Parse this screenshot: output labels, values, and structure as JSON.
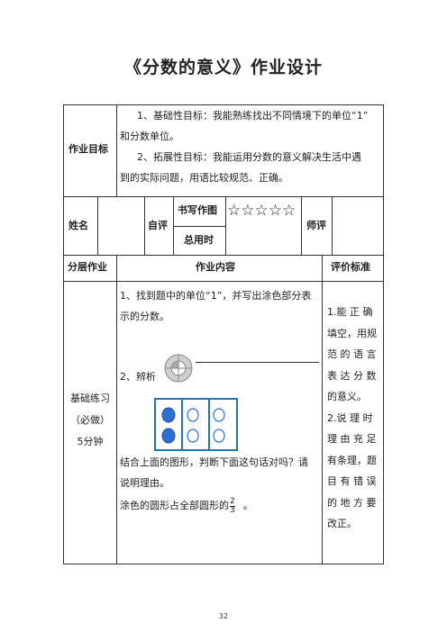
{
  "title": "《分数的意义》作业设计",
  "page_number": "32",
  "goal": {
    "label": "作业目标",
    "line1": "1、基础性目标：我能熟练找出不同情境下的单位“1”",
    "line2": "和分数单位。",
    "line3": "2、拓展性目标：我能运用分数的意义解决生活中遇",
    "line4": "到的实际问题，用语比较规范、正确。"
  },
  "evaluation_row": {
    "name_label": "姓名",
    "self_eval_label": "自评",
    "writing_label": "书写作图",
    "stars": "☆☆☆☆☆",
    "teacher_eval_label": "师评",
    "total_time_label": "总用时"
  },
  "header_row": {
    "col1": "分层作业",
    "col2": "作业内容",
    "col3": "评价标准"
  },
  "basic_practice": {
    "label_line1": "基础练习",
    "label_line2": "（必做）",
    "label_line3": "5分钟",
    "q1_line1": "1、找到题中的单位“1”，并写出涂色部分表",
    "q1_line2": "示的分数。",
    "q2_label": "2、辨析",
    "q2_text1": "结合上面的图形，判断下面这句话对吗？请",
    "q2_text2": "说明理由。",
    "q2_text3": "涂色的圆形占全部圆形的",
    "fraction_num": "2",
    "fraction_den": "3",
    "q2_end": "。",
    "criteria": [
      "1.能 正 确",
      "填空，用规",
      "范 的 语 言",
      "表 达 分 数",
      "的意义。",
      "2.说 理 时",
      "理 由 充 足",
      "有条理，题",
      "目 有 错 误",
      "的 地 方 要",
      "改正。"
    ]
  }
}
